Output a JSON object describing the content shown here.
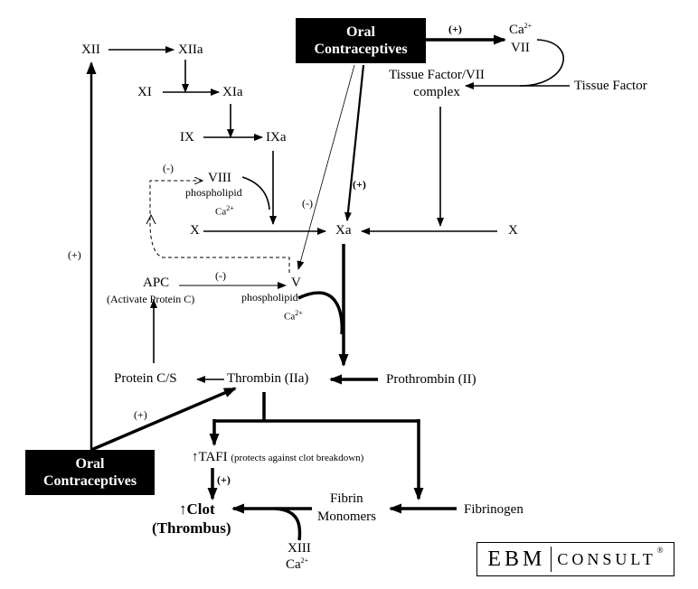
{
  "nodes": {
    "oral_contraceptives_top_line1": "Oral",
    "oral_contraceptives_top_line2": "Contraceptives",
    "oral_contraceptives_bottom_line1": "Oral",
    "oral_contraceptives_bottom_line2": "Contraceptives",
    "ca_top": "Ca",
    "vii": "VII",
    "tissue_factor_vii_line1": "Tissue Factor/VII",
    "tissue_factor_vii_line2": "complex",
    "tissue_factor": "Tissue Factor",
    "xii": "XII",
    "xiia": "XIIa",
    "xi": "XI",
    "xia": "XIa",
    "ix": "IX",
    "ixa": "IXa",
    "viii": "VIII",
    "phospholipid_viii": "phospholipid",
    "ca_viii": "Ca",
    "x_left": "X",
    "xa": "Xa",
    "x_right": "X",
    "apc": "APC",
    "apc_full": "(Activate Protein C)",
    "v": "V",
    "phospholipid_v": "phospholipid",
    "ca_v": "Ca",
    "protein_cs": "Protein C/S",
    "thrombin": "Thrombin (IIa)",
    "prothrombin": "Prothrombin (II)",
    "tafi_arrow": "↑",
    "tafi": "TAFI",
    "tafi_note": "(protects against clot breakdown)",
    "clot_line1": "Clot",
    "clot_arrow": "↑",
    "clot_line2": "(Thrombus)",
    "fibrin_line1": "Fibrin",
    "fibrin_line2": "Monomers",
    "fibrinogen": "Fibrinogen",
    "xiii": "XIII",
    "ca_xiii": "Ca"
  },
  "superscripts": {
    "ca_charge": "2+"
  },
  "signs": {
    "plus_top": "(+)",
    "plus_xa": "(+)",
    "plus_left": "(+)",
    "plus_thrombin": "(+)",
    "plus_tafi": "(+)",
    "minus_viii": "(-)",
    "minus_v_diag": "(-)",
    "minus_apc": "(-)"
  },
  "logo": {
    "ebm": "EBM",
    "consult": "CONSULT",
    "reg": "®"
  }
}
